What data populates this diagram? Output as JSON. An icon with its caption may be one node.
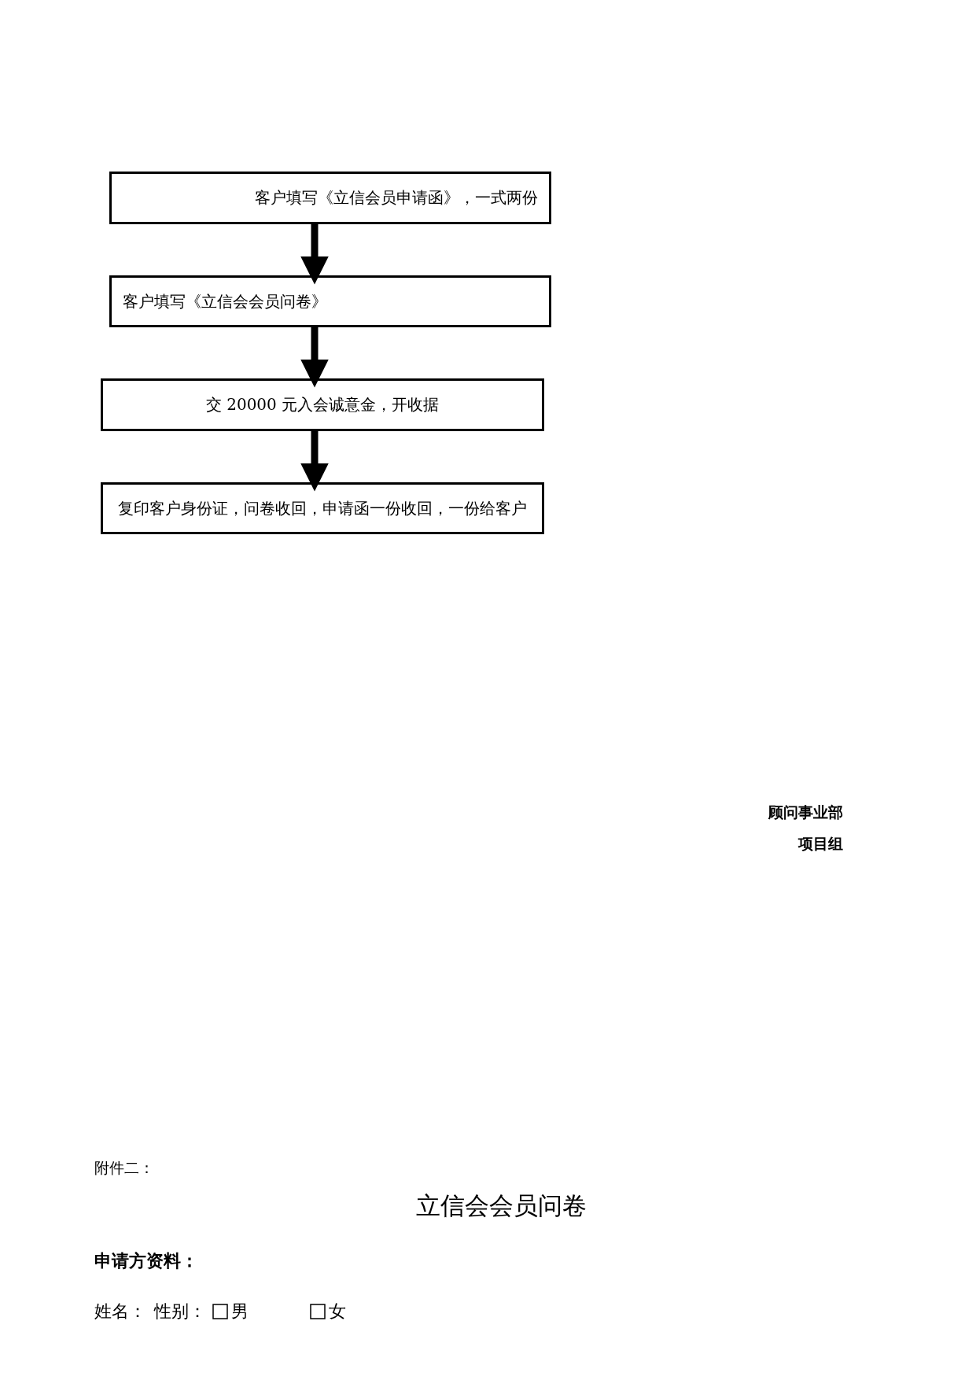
{
  "diagram": {
    "title": "立信会会员问卷",
    "nodes": [
      {
        "text": [
          "客户填写《立信会员申请函》，一式两份"
        ]
      },
      {
        "text": [
          "客户填写《立信会会员问卷》"
        ]
      },
      {
        "text": [
          "交 20000 元入会诚意金，开收据"
        ]
      },
      {
        "text": [
          "复印客户身份证，问卷收回，申请函一份收回，一份给客户"
        ]
      }
    ],
    "edges": [
      {
        "from": 0,
        "to": 1,
        "arrow": "to"
      },
      {
        "from": 1,
        "to": 2,
        "arrow": "to"
      },
      {
        "from": 2,
        "to": 3,
        "arrow": "to"
      }
    ],
    "labels": [
      "顾问事业部",
      "项目组",
      "附件二：",
      "申请方资料：",
      "姓名：",
      "性别：",
      "男",
      "女"
    ]
  }
}
